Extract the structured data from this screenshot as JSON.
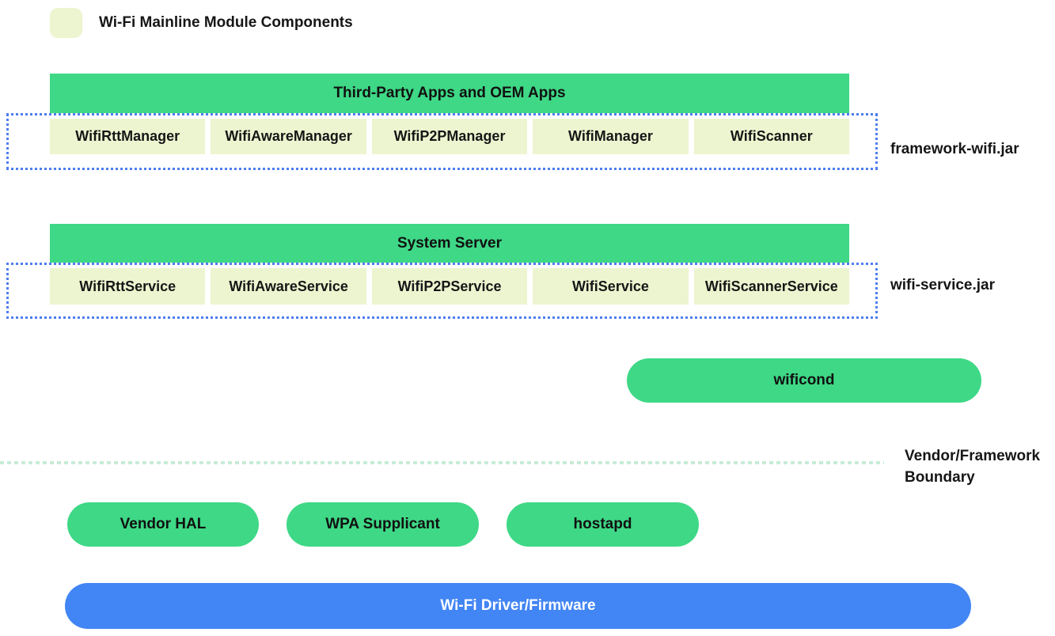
{
  "legend": {
    "title": "Wi-Fi Mainline Module Components"
  },
  "groups": [
    {
      "header": "Third-Party Apps and OEM Apps",
      "boxes": [
        "WifiRttManager",
        "WifiAwareManager",
        "WifiP2PManager",
        "WifiManager",
        "WifiScanner"
      ],
      "label": "framework-wifi.jar"
    },
    {
      "header": "System Server",
      "boxes": [
        "WifiRttService",
        "WifiAwareService",
        "WifiP2PService",
        "WifiService",
        "WifiScannerService"
      ],
      "label": "wifi-service.jar"
    }
  ],
  "wificond_label": "wificond",
  "boundary": {
    "line1": "Vendor/Framework",
    "line2": "Boundary"
  },
  "pills": [
    "Vendor HAL",
    "WPA Supplicant",
    "hostapd"
  ],
  "driver_label": "Wi-Fi Driver/Firmware",
  "colors": {
    "green": "#3ed886",
    "light_yellow": "#edf5d0",
    "blue": "#4285f4",
    "dotted_border_blue": "#4e7df0",
    "boundary_line_green": "#c7ecd6"
  }
}
